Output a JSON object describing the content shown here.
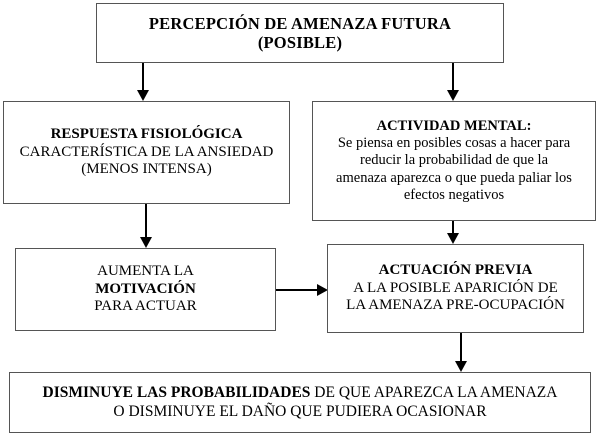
{
  "diagram": {
    "title": "Percepción de amenaza futura (posible)",
    "colors": {
      "background": "#ffffff",
      "box_border": "#555555",
      "text": "#000000",
      "arrow": "#000000"
    },
    "nodes": {
      "top": {
        "id": "percepcion-amenaza-futura",
        "lines": [
          "PERCEPCIÓN DE AMENAZA FUTURA",
          "(POSIBLE)"
        ]
      },
      "physiological": {
        "id": "respuesta-fisiologica",
        "heading": "RESPUESTA FISIOLÓGICA",
        "lines": [
          "CARACTERÍSTICA DE LA ANSIEDAD",
          "(MENOS INTENSA)"
        ]
      },
      "mental": {
        "id": "actividad-mental",
        "heading": "ACTIVIDAD MENTAL:",
        "lines": [
          "Se piensa en posibles cosas a hacer para",
          "reducir la probabilidad de que la",
          "amenaza aparezca o que pueda paliar los",
          "efectos negativos"
        ]
      },
      "motivation": {
        "id": "aumenta-la-motivacion",
        "line_before": "AUMENTA LA",
        "heading": "MOTIVACIÓN",
        "line_after": "PARA ACTUAR"
      },
      "action": {
        "id": "actuacion-previa",
        "heading": "ACTUACIÓN PREVIA",
        "lines": [
          "A LA POSIBLE APARICIÓN DE",
          "LA AMENAZA PRE-OCUPACIÓN"
        ]
      },
      "outcome": {
        "id": "disminuye-probabilidades",
        "line1_bold": "DISMINUYE LAS PROBABILIDADES",
        "line1_rest": " DE QUE APAREZCA LA AMENAZA",
        "line2": "O DISMINUYE EL DAÑO QUE PUDIERA OCASIONAR"
      }
    },
    "connectors": [
      {
        "id": "top-to-physiological",
        "from": "top",
        "to": "physiological",
        "direction": "down"
      },
      {
        "id": "top-to-mental",
        "from": "top",
        "to": "mental",
        "direction": "down"
      },
      {
        "id": "physiological-to-motivation",
        "from": "physiological",
        "to": "motivation",
        "direction": "down"
      },
      {
        "id": "mental-to-action",
        "from": "mental",
        "to": "action",
        "direction": "down"
      },
      {
        "id": "motivation-to-action",
        "from": "motivation",
        "to": "action",
        "direction": "right"
      },
      {
        "id": "action-to-outcome",
        "from": "action",
        "to": "outcome",
        "direction": "down"
      }
    ]
  }
}
